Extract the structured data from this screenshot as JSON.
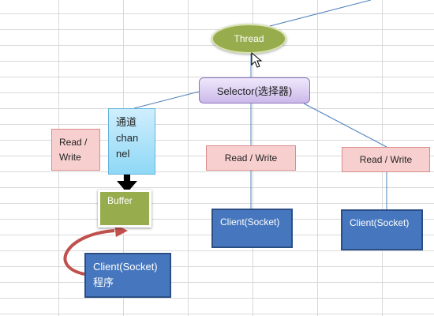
{
  "nodes": {
    "thread": "Thread",
    "selector": "Selector(选择器)",
    "channel": [
      "通道",
      "chan",
      "nel"
    ],
    "read_write_left": [
      "Read /",
      "Write"
    ],
    "read_write_mid": "Read / Write",
    "read_write_right": "Read / Write",
    "buffer": "Buffer",
    "client_mid": "Client(Socket)",
    "client_right": "Client(Socket)",
    "client_left": [
      "Client(Socket)",
      "程序"
    ]
  },
  "colors": {
    "green": "#97ad4d",
    "selector_purple": "#cbb9ea",
    "read_write_pink": "#f7cfcf",
    "channel_blue": "#8fd8f6",
    "client_blue": "#4677be",
    "connector": "#4f81bd",
    "curved_arrow": "#c0504d"
  },
  "icons": [
    "double-arrow-icon",
    "curved-arrow-icon",
    "mouse-cursor-icon"
  ]
}
